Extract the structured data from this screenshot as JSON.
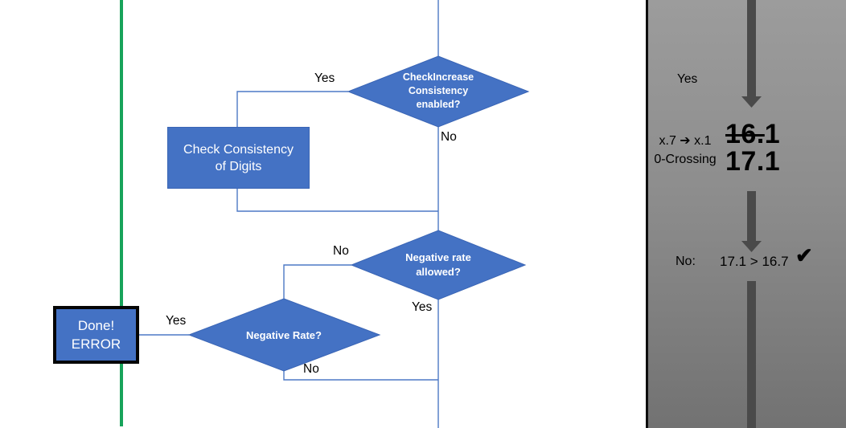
{
  "colors": {
    "shape_fill": "#4472c4",
    "connector": "#4d79c5",
    "guide_green": "#17a35a",
    "panel_bg_top": "#9c9c9c",
    "panel_bg_bottom": "#727272",
    "arrow_gray": "#4a4a4a",
    "text_white": "#ffffff"
  },
  "flowchart": {
    "nodes": {
      "check_increase": {
        "line1": "CheckIncrease",
        "line2": "Consistency",
        "line3": "enabled?"
      },
      "check_consistency": {
        "line1": "Check Consistency",
        "line2": "of Digits"
      },
      "negative_allowed": {
        "line1": "Negative rate",
        "line2": "allowed?"
      },
      "negative_rate": {
        "label": "Negative Rate?"
      },
      "done_error": {
        "line1": "Done!",
        "line2": "ERROR"
      }
    },
    "edge_labels": {
      "check_increase_yes": "Yes",
      "check_increase_no": "No",
      "negative_allowed_no": "No",
      "negative_allowed_yes": "Yes",
      "negative_rate_yes": "Yes",
      "negative_rate_no": "No"
    }
  },
  "panel": {
    "yes_label": "Yes",
    "note_line1": "x.7 ➔ x.1",
    "note_line2": "0-Crossing",
    "old_value_struck": "16.",
    "old_value_rest": "1",
    "new_value": "17.1",
    "no_label": "No:",
    "comparison": "17.1 > 16.7",
    "checkmark": "✔"
  }
}
